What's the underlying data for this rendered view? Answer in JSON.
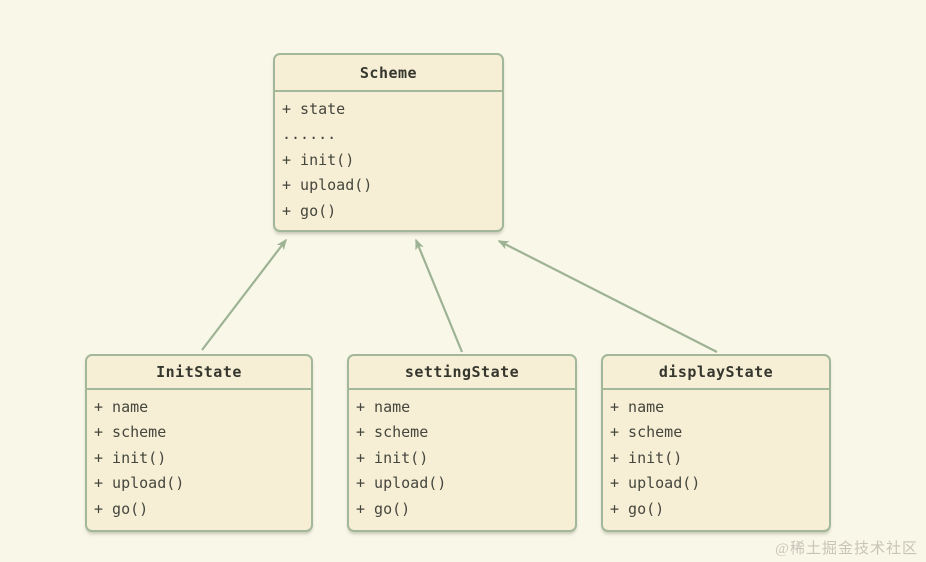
{
  "diagram": {
    "type": "uml-class-diagram",
    "colors": {
      "background": "#f9f7e8",
      "box_fill": "#f6efd5",
      "border": "#a3b79a",
      "arrow": "#9db394",
      "text": "#41423a",
      "watermark": "#c8c4b8"
    }
  },
  "classes": [
    {
      "id": "scheme",
      "title": "Scheme",
      "members": [
        "+ state",
        "......",
        "+ init()",
        "+ upload()",
        "+ go()"
      ]
    },
    {
      "id": "init-state",
      "title": "InitState",
      "members": [
        "+ name",
        "+ scheme",
        "+ init()",
        "+ upload()",
        "+ go()"
      ]
    },
    {
      "id": "setting-state",
      "title": "settingState",
      "members": [
        "+ name",
        "+ scheme",
        "+ init()",
        "+ upload()",
        "+ go()"
      ]
    },
    {
      "id": "display-state",
      "title": "displayState",
      "members": [
        "+ name",
        "+ scheme",
        "+ init()",
        "+ upload()",
        "+ go()"
      ]
    }
  ],
  "relations": [
    {
      "from": "InitState",
      "to": "Scheme",
      "type": "inheritance-arrow"
    },
    {
      "from": "settingState",
      "to": "Scheme",
      "type": "inheritance-arrow"
    },
    {
      "from": "displayState",
      "to": "Scheme",
      "type": "inheritance-arrow"
    }
  ],
  "watermark": "@稀土掘金技术社区"
}
